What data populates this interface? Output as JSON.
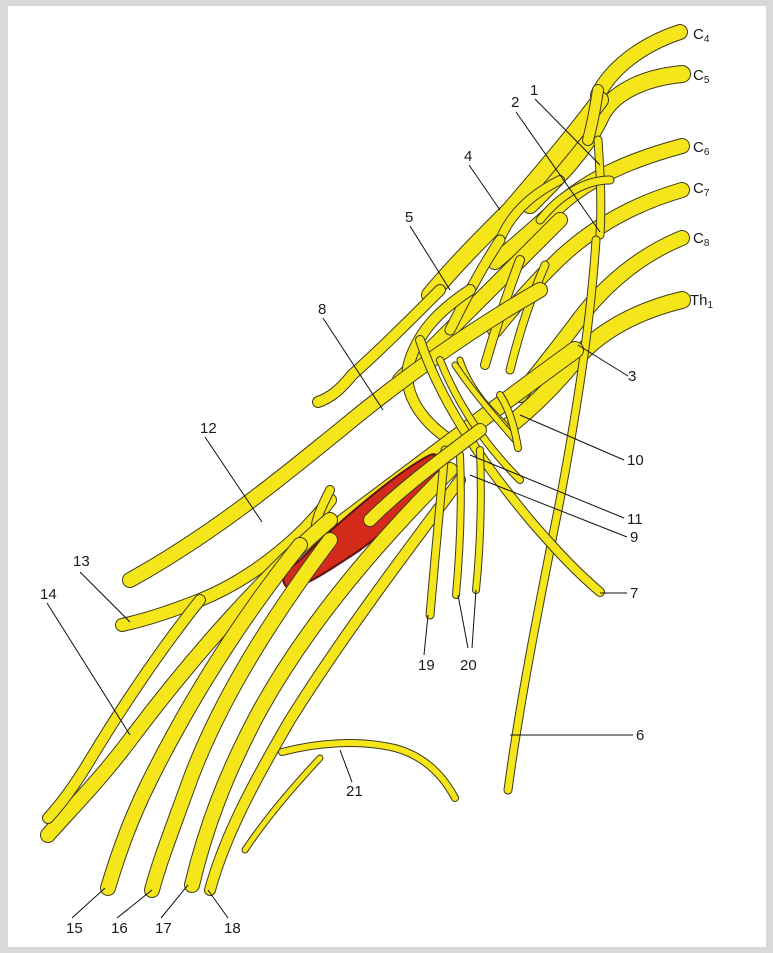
{
  "roots": [
    {
      "key": "c4",
      "base": "C",
      "sub": "4"
    },
    {
      "key": "c5",
      "base": "C",
      "sub": "5"
    },
    {
      "key": "c6",
      "base": "C",
      "sub": "6"
    },
    {
      "key": "c7",
      "base": "C",
      "sub": "7"
    },
    {
      "key": "c8",
      "base": "C",
      "sub": "8"
    },
    {
      "key": "th1",
      "base": "Th",
      "sub": "1"
    }
  ],
  "labels": [
    "1",
    "2",
    "3",
    "4",
    "5",
    "6",
    "7",
    "8",
    "9",
    "10",
    "11",
    "12",
    "13",
    "14",
    "15",
    "16",
    "17",
    "18",
    "19",
    "20",
    "21"
  ],
  "colors": {
    "nerve": "#f5e61c",
    "nerve_outline": "#3d3a1a",
    "artery": "#d42a1c",
    "artery_outline": "#5a1410",
    "background": "#ffffff",
    "frame": "#d9d9d9"
  }
}
